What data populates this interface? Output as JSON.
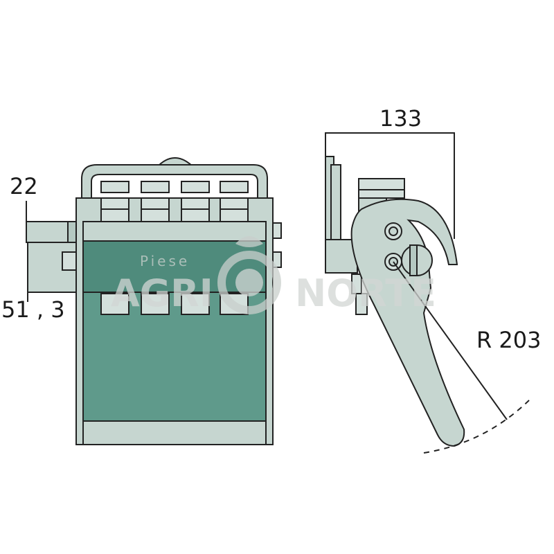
{
  "dimensions": {
    "width_top": "133",
    "left_small": "22",
    "left_height": "51 , 3",
    "radius": "R  203"
  },
  "watermark": {
    "small": "Piese",
    "brand_left": "AGRI",
    "brand_right": "NORTE"
  },
  "colors": {
    "body_light": "#c6d6d0",
    "body_dark": "#5f9a8b",
    "outline": "#222222"
  }
}
